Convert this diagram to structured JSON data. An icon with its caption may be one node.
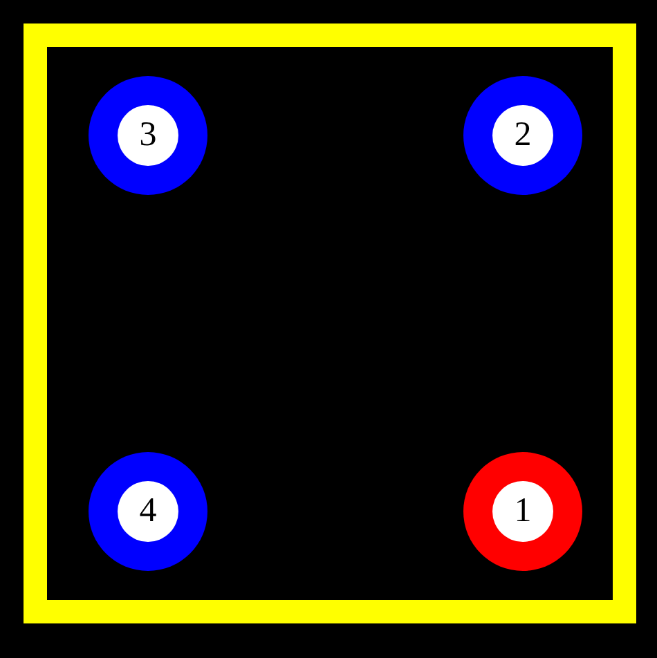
{
  "diagram": {
    "nodes": [
      {
        "text": [
          "3"
        ]
      },
      {
        "text": [
          "2"
        ]
      },
      {
        "text": [
          "4"
        ]
      },
      {
        "text": [
          "1"
        ]
      }
    ]
  }
}
